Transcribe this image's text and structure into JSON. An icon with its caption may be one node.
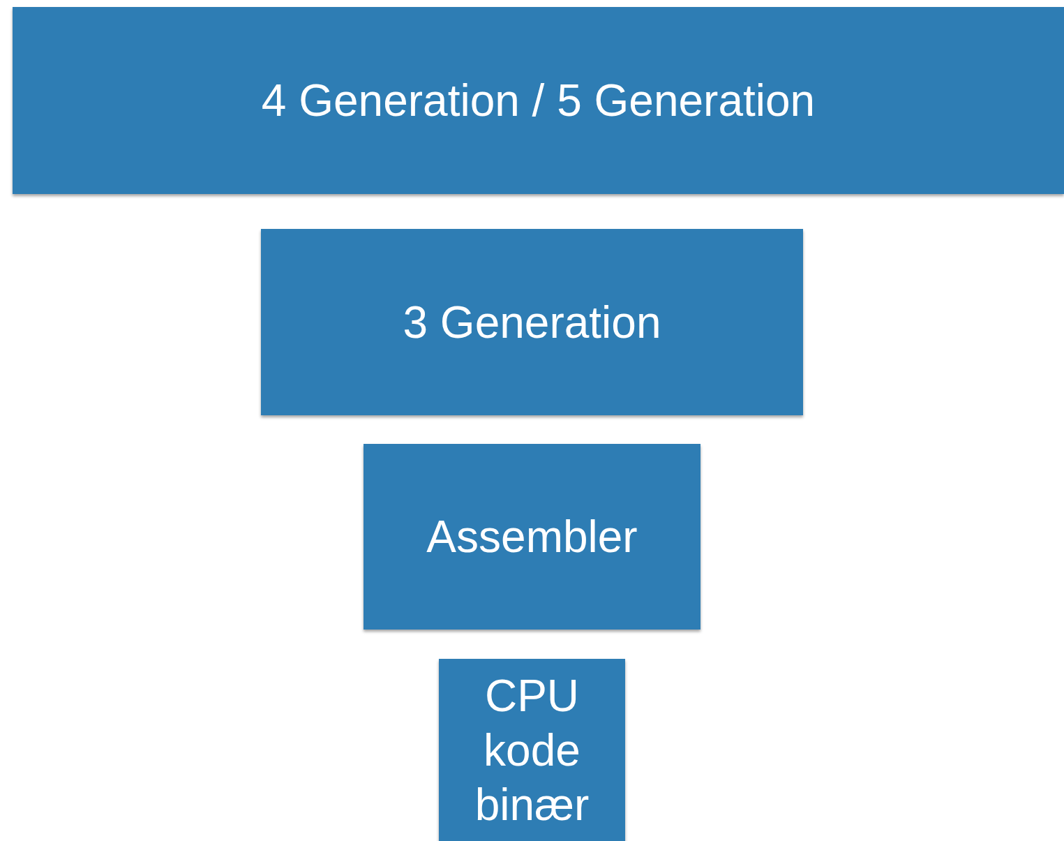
{
  "diagram": {
    "nodes": [
      {
        "text": [
          "4 Generation / 5 Generation"
        ]
      },
      {
        "text": [
          "3 Generation"
        ]
      },
      {
        "text": [
          "Assembler"
        ]
      },
      {
        "text": [
          "CPU kode binær"
        ]
      }
    ]
  }
}
